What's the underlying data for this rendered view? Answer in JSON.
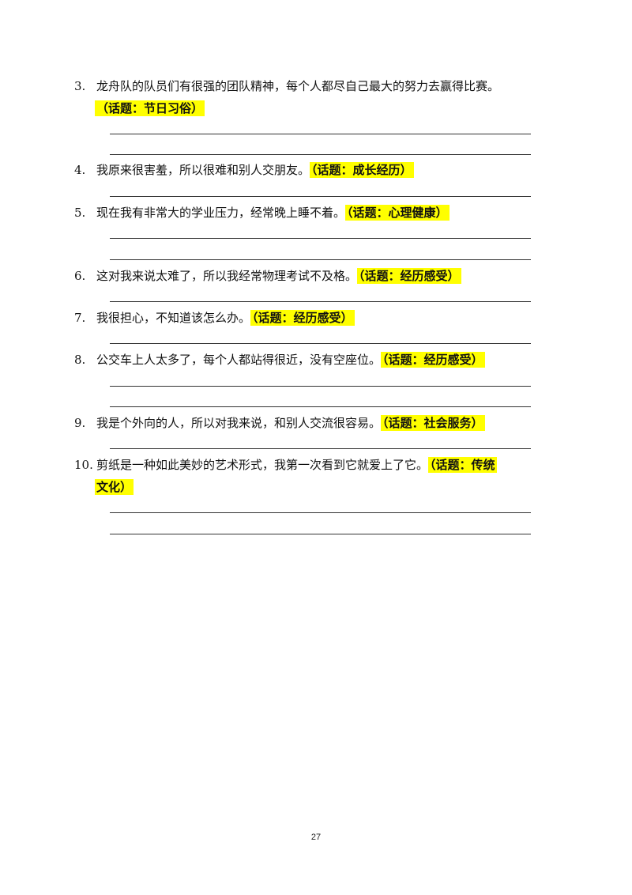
{
  "items": [
    {
      "num": "3.",
      "text": "龙舟队的队员们有很强的团队精神，每个人都尽自己最大的努力去赢得比赛。",
      "topic": "（话题：节日习俗）"
    },
    {
      "num": "4.",
      "text": "我原来很害羞，所以很难和别人交朋友。",
      "topic": "（话题：成长经历）"
    },
    {
      "num": "5.",
      "text": "现在我有非常大的学业压力，经常晚上睡不着。",
      "topic": "（话题：心理健康）"
    },
    {
      "num": "6.",
      "text": "这对我来说太难了，所以我经常物理考试不及格。",
      "topic": "（话题：经历感受）"
    },
    {
      "num": "7.",
      "text": "我很担心，不知道该怎么办。",
      "topic": "（话题：经历感受）"
    },
    {
      "num": "8.",
      "text": "公交车上人太多了，每个人都站得很近，没有空座位。",
      "topic": "（话题：经历感受）"
    },
    {
      "num": "9.",
      "text": "我是个外向的人，所以对我来说，和别人交流很容易。",
      "topic": "（话题：社会服务）"
    },
    {
      "num": "10.",
      "text": "剪纸是一种如此美妙的艺术形式，我第一次看到它就爱上了它。",
      "topic_part1": "（话题：传统",
      "topic_part2": "文化）"
    }
  ],
  "page_number": "27"
}
